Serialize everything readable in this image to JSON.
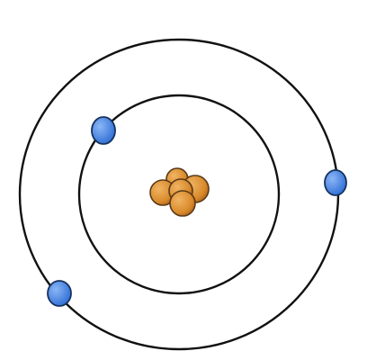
{
  "diagram": {
    "subject": "atom-bohr-model",
    "nucleus": {
      "particle_count": 5
    },
    "shells": [
      {
        "name": "inner-shell",
        "electron_count": 1
      },
      {
        "name": "outer-shell",
        "electron_count": 2
      }
    ],
    "colors": {
      "background": "#ffffff",
      "orbit_stroke": "#111111",
      "nucleon_fill": "#d98a2b",
      "nucleon_highlight": "#f0b463",
      "nucleon_shadow": "#a85f17",
      "nucleon_stroke": "#5a3a18",
      "electron_fill": "#2f6fd6",
      "electron_highlight": "#8bb6f5",
      "electron_stroke": "#17325e"
    }
  }
}
